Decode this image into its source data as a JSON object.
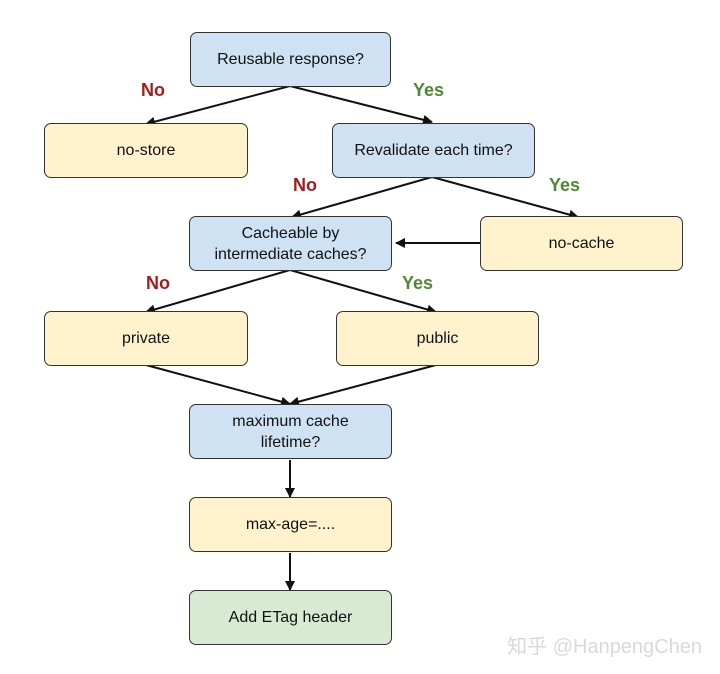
{
  "nodes": {
    "reusable": "Reusable response?",
    "no_store": "no-store",
    "revalidate": "Revalidate each time?",
    "no_cache": "no-cache",
    "cacheable_line1": "Cacheable by",
    "cacheable_line2": "intermediate caches?",
    "private": "private",
    "public": "public",
    "max_lifetime_line1": "maximum cache",
    "max_lifetime_line2": "lifetime?",
    "max_age": "max-age=....",
    "etag": "Add ETag header"
  },
  "edge_labels": {
    "no": "No",
    "yes": "Yes"
  },
  "watermark": "知乎 @HanpengChen",
  "colors": {
    "question": "#cfe2f3",
    "answer": "#fff2cc",
    "final": "#d9ead3",
    "no_label": "#a61c1c",
    "yes_label": "#4e8a2f"
  }
}
